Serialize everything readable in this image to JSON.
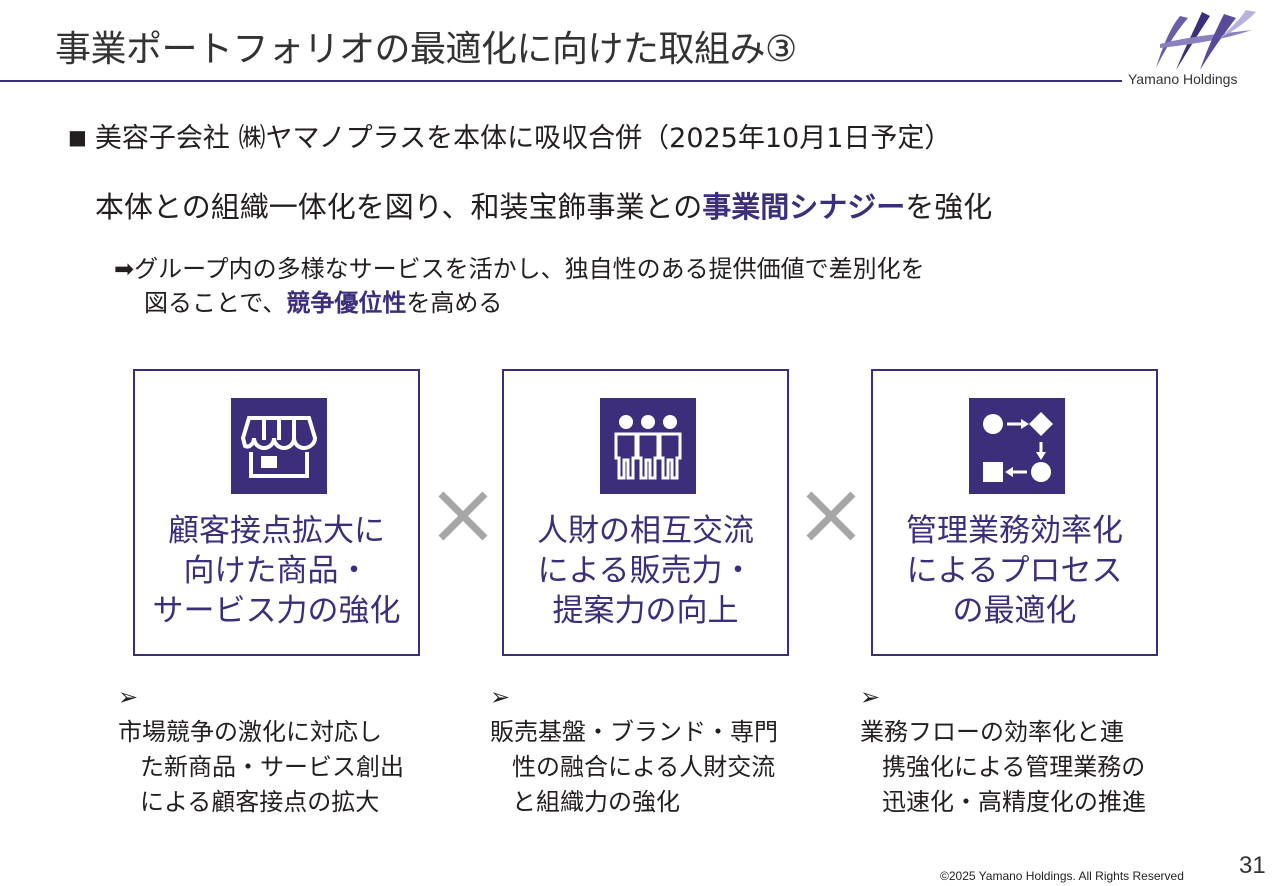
{
  "header": {
    "title": "事業ポートフォリオの最適化に向けた取組み③",
    "logo_text": "Yamano Holdings"
  },
  "bullet": {
    "marker": "■",
    "text": "美容子会社 ㈱ヤマノプラスを本体に吸収合併（2025年10月1日予定）"
  },
  "subline": {
    "pre": "本体との組織一体化を図り、和装宝飾事業との",
    "highlight": "事業間シナジー",
    "post": "を強化"
  },
  "arrow_line": {
    "arrow": "➡",
    "line1": "グループ内の多様なサービスを活かし、独自性のある提供価値で差別化を",
    "line2_pre": "図ることで、",
    "line2_highlight": "競争優位性",
    "line2_post": "を高める"
  },
  "pillars": [
    {
      "icon": "store-icon",
      "label_lines": [
        "顧客接点拡大に",
        "向けた商品・",
        "サービス力の強化"
      ],
      "desc_marker": "➢",
      "desc_lines": [
        "市場競争の激化に対応し",
        "た新商品・サービス創出",
        "による顧客接点の拡大"
      ]
    },
    {
      "icon": "people-icon",
      "label_lines": [
        "人財の相互交流",
        "による販売力・",
        "提案力の向上"
      ],
      "desc_marker": "➢",
      "desc_lines": [
        " 販売基盤・ブランド・専門",
        "性の融合による人財交流",
        "と組織力の強化"
      ]
    },
    {
      "icon": "process-flow-icon",
      "label_lines": [
        "管理業務効率化",
        "によるプロセス",
        "の最適化"
      ],
      "desc_marker": "➢",
      "desc_lines": [
        "業務フローの効率化と連",
        "携強化による管理業務の",
        "迅速化・高精度化の推進"
      ]
    }
  ],
  "footer": {
    "copyright": "©2025 Yamano Holdings. All Rights Reserved",
    "page_number": "31"
  },
  "colors": {
    "accent": "#3d2e7c",
    "times_gray": "#a6a6a6"
  }
}
